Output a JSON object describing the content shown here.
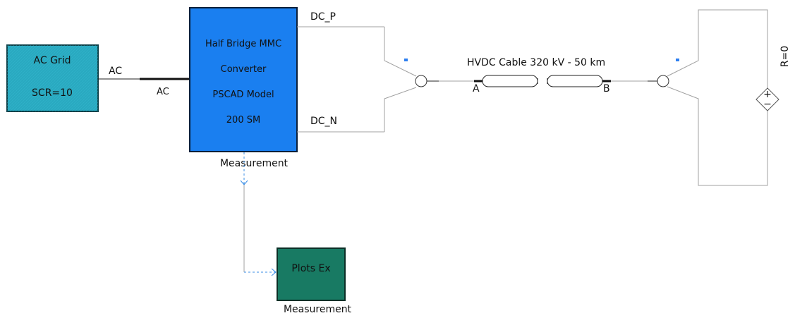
{
  "ac_grid": {
    "title": "AC Grid",
    "scr": "SCR=10",
    "color": "#29a9c0"
  },
  "ac_wire_label_top": "AC",
  "ac_wire_label_bottom": "AC",
  "mmc": {
    "line1": "Half Bridge MMC",
    "line2": "Converter",
    "line3": "PSCAD Model",
    "line4": "200 SM",
    "color": "#1a7ff0"
  },
  "mmc_measurement": "Measurement",
  "dc_p": "DC_P",
  "dc_n": "DC_N",
  "cable": {
    "title": "HVDC  Cable 320 kV - 50 km",
    "end_a": "A",
    "end_b": "B"
  },
  "source_label": "R=0",
  "plots": {
    "title": "Plots Ex",
    "color": "#187a63"
  },
  "plots_measurement": "Measurement"
}
